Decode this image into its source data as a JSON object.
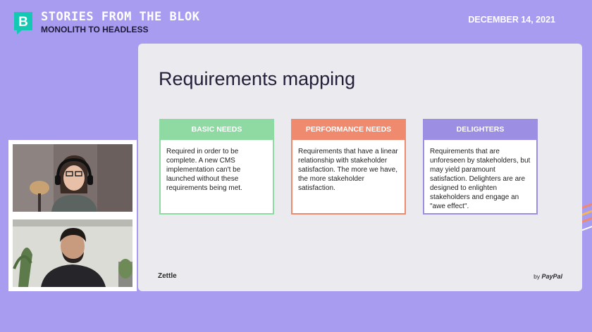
{
  "branding": {
    "title": "STORIES FROM THE BLOK",
    "subtitle": "MONOLITH TO HEADLESS",
    "logo_letter": "B",
    "logo_color": "#14c8b4"
  },
  "event_date": "DECEMBER 14, 2021",
  "slide": {
    "title": "Requirements mapping",
    "cards": [
      {
        "header": "BASIC NEEDS",
        "body": "Required in order to be complete. A new CMS implementation can't be launched without these requirements being met.",
        "color": "#8fd9a3"
      },
      {
        "header": "PERFORMANCE NEEDS",
        "body": "Requirements that have a linear relationship with stakeholder satisfaction. The more we have, the more stakeholder satisfaction.",
        "color": "#f08a6e"
      },
      {
        "header": "DELIGHTERS",
        "body": "Requirements that are unforeseen by stakeholders, but may yield paramount satisfaction. Delighters are are designed to enlighten stakeholders and engage an \"awe effect\".",
        "color": "#9b8ee3"
      }
    ],
    "footer_left": "Zettle",
    "footer_right_prefix": "by",
    "footer_right_brand": "PayPal"
  },
  "participants": [
    {
      "label": "participant-video-1"
    },
    {
      "label": "participant-video-2"
    }
  ],
  "colors": {
    "background": "#a89cf0",
    "slide_bg": "#ebeaee"
  }
}
